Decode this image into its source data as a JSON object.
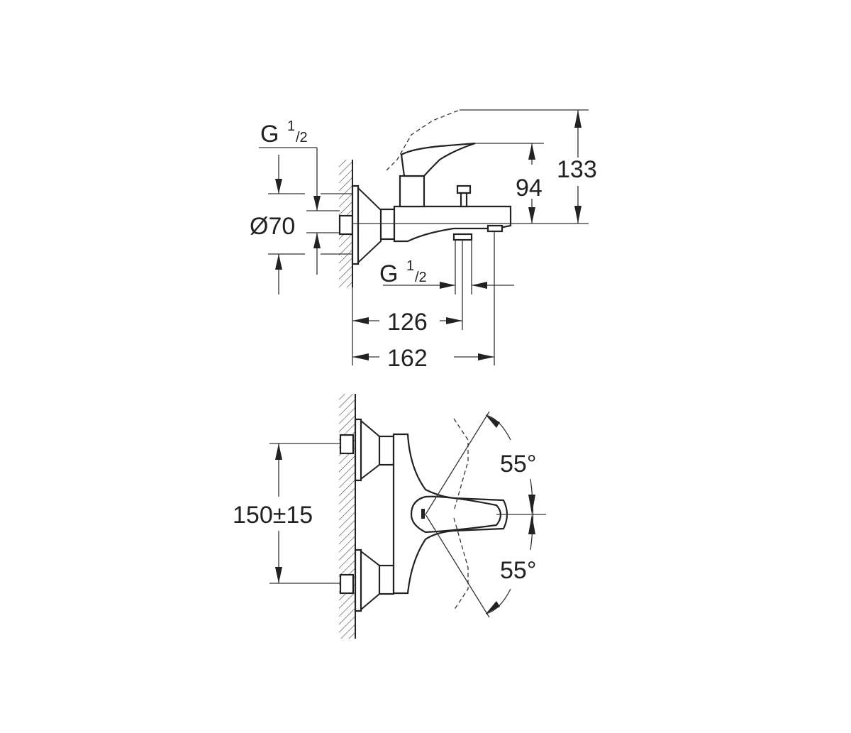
{
  "side_view": {
    "thread_top": {
      "main": "G",
      "fraction_num": "1",
      "fraction_den": "/2"
    },
    "diameter": "Ø70",
    "height_lever": "94",
    "height_total": "133",
    "thread_bottom": {
      "main": "G",
      "fraction_num": "1",
      "fraction_den": "/2"
    },
    "depth_outlet": "126",
    "depth_total": "162"
  },
  "front_view": {
    "inlet_spacing": "150±15",
    "angle_up": "55°",
    "angle_down": "55°"
  }
}
